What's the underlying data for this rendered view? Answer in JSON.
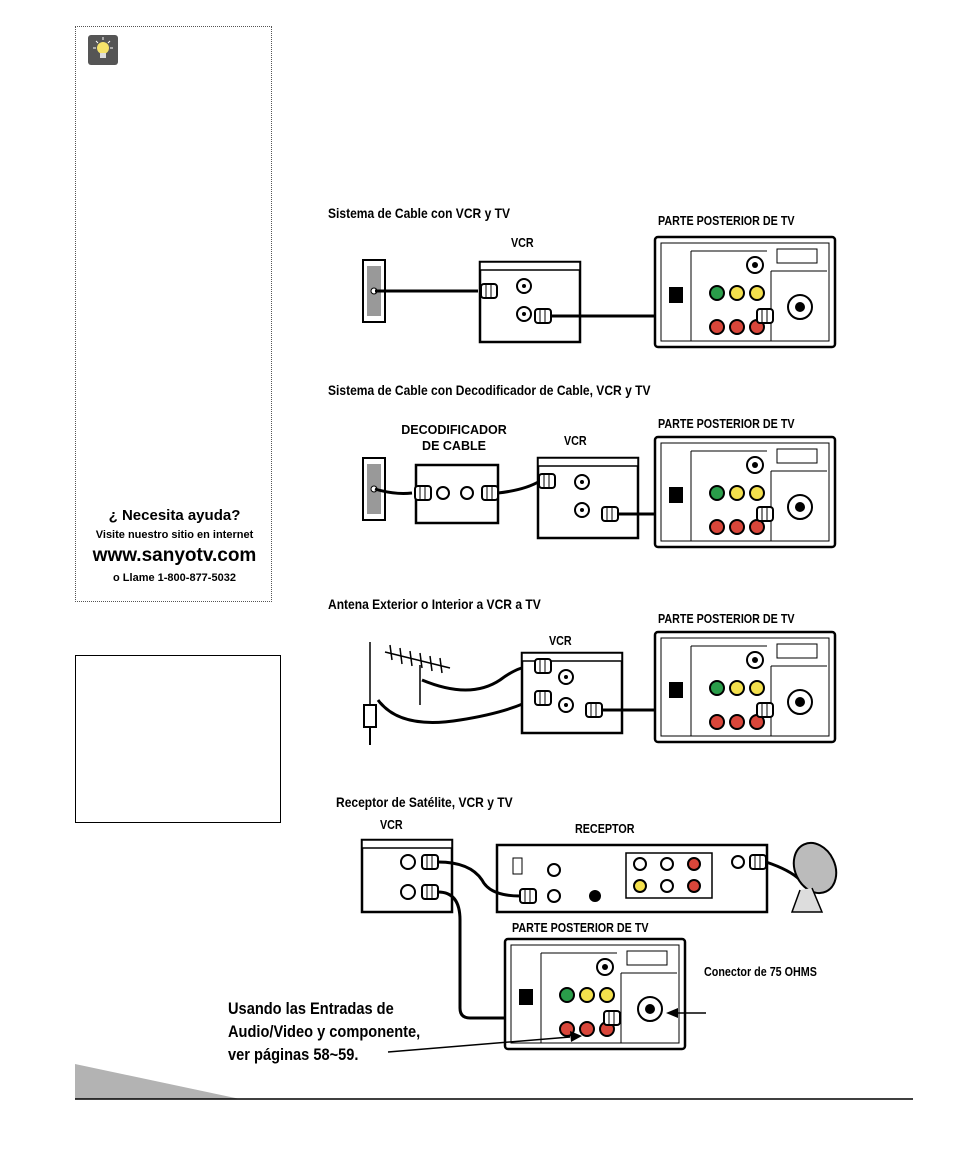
{
  "sidebar": {
    "help_title": "¿ Necesita ayuda?",
    "visit_text": "Visite nuestro sitio en internet",
    "website": "www.sanyotv.com",
    "call_text": "o Llame 1-800-877-5032"
  },
  "sections": [
    {
      "title": "Sistema de Cable con VCR y TV",
      "vcr": "VCR",
      "tv": "PARTE POSTERIOR DE TV"
    },
    {
      "title": "Sistema de Cable con Decodificador de Cable, VCR y TV",
      "decoder": "DECODIFICADOR DE CABLE",
      "vcr": "VCR",
      "tv": "PARTE POSTERIOR DE TV"
    },
    {
      "title": "Antena Exterior o Interior a VCR a TV",
      "vcr": "VCR",
      "tv": "PARTE POSTERIOR DE TV"
    },
    {
      "title": "Receptor de Satélite, VCR y TV",
      "vcr": "VCR",
      "receiver": "RECEPTOR",
      "tv": "PARTE POSTERIOR DE TV",
      "connector": "Conector de 75 OHMS"
    }
  ],
  "footer_note": {
    "line1": "Usando las Entradas de",
    "line2": "Audio/Video y componente,",
    "line3": "ver páginas 58~59."
  }
}
